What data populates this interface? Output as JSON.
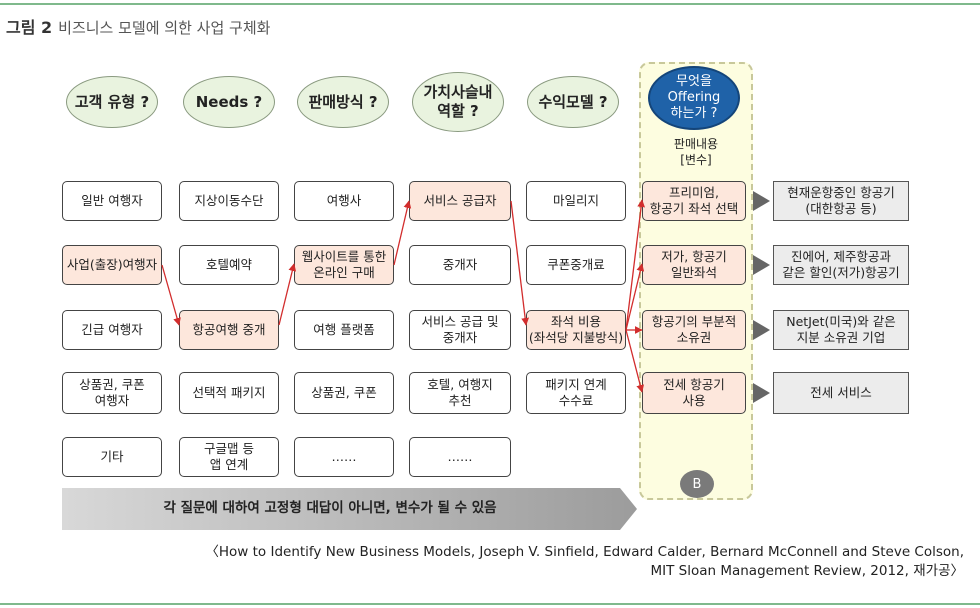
{
  "figure": {
    "number": "그림 2",
    "title": "비즈니스 모델에 의한 사업 구체화"
  },
  "headers": [
    "고객 유형 ?",
    "Needs ?",
    "판매방식 ?",
    "가치사슬내\n역할 ?",
    "수익모델 ?"
  ],
  "highlight": {
    "question": "무엇을\nOffering\n하는가 ?",
    "subtitle": "판매내용\n[변수]",
    "badge": "B"
  },
  "columns": {
    "customer": [
      "일반 여행자",
      "사업(출장)여행자",
      "긴급 여행자",
      "상품권, 쿠폰\n여행자",
      "기타"
    ],
    "needs": [
      "지상이동수단",
      "호텔예약",
      "항공여행 중개",
      "선택적 패키지",
      "구글맵 등\n앱 연계"
    ],
    "sales": [
      "여행사",
      "웹사이트를 통한\n온라인 구매",
      "여행 플랫폼",
      "상품권, 쿠폰",
      "……"
    ],
    "role": [
      "서비스 공급자",
      "중개자",
      "서비스 공급 및\n중개자",
      "호텔, 여행지\n추천",
      "……"
    ],
    "revenue": [
      "마일리지",
      "쿠폰중개료",
      "좌석 비용\n(좌석당 지불방식)",
      "패키지 연계\n수수료"
    ],
    "offering": [
      "프리미엄,\n항공기 좌석 선택",
      "저가, 항공기\n일반좌석",
      "항공기의 부분적\n소유권",
      "전세 항공기\n사용"
    ]
  },
  "examples": [
    "현재운항중인 항공기\n(대한항공 등)",
    "진에어, 제주항공과\n같은 할인(저가)항공기",
    "NetJet(미국)와 같은\n지분 소유권 기업",
    "전세 서비스"
  ],
  "banner": "각 질문에 대하여 고정형 대답이 아니면, 변수가 될 수 있음",
  "source": {
    "line1": "〈How to Identify New Business Models, Joseph V. Sinfield, Edward Calder, Bernard McConnell and Steve Colson,",
    "line2": "MIT Sloan Management Review, 2012,  재가공〉"
  },
  "colors": {
    "accent_green": "#7fb98c",
    "pink_fill": "#fde7dc",
    "oval_fill": "#e9f3df",
    "offer_blue": "#1f62a8",
    "arrow_red": "#d22d2d",
    "highlight_bg": "#fdfde0"
  }
}
